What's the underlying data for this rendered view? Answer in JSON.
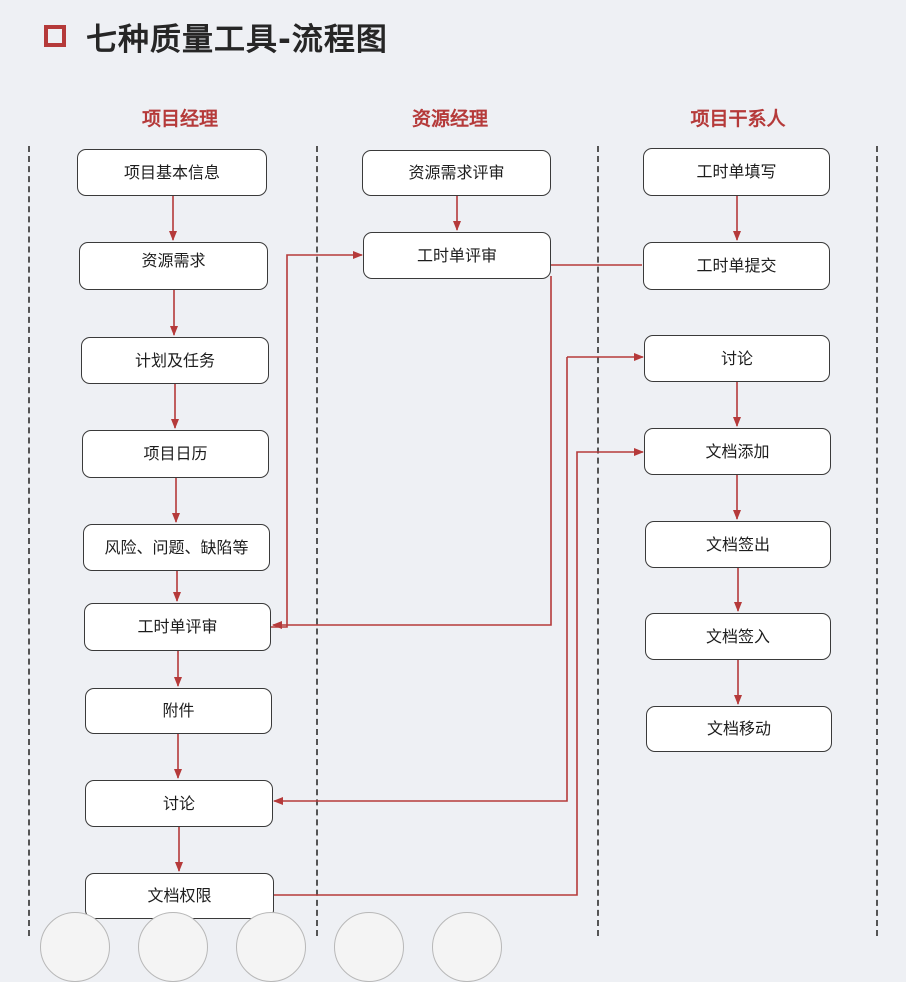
{
  "title": "七种质量工具-流程图",
  "colors": {
    "accent": "#b53a3a",
    "box_border": "#3a3a3a",
    "line": "#b53a3a"
  },
  "lanes": {
    "pm": "项目经理",
    "rm": "资源经理",
    "stake": "项目干系人"
  },
  "nodes": {
    "pm_basic_info": "项目基本信息",
    "pm_resource_req": "资源需求",
    "pm_plan_task": "计划及任务",
    "pm_calendar": "项目日历",
    "pm_risk": "风险、问题、缺陷等",
    "pm_timesheet_review": "工时单评审",
    "pm_attachment": "附件",
    "pm_discussion": "讨论",
    "pm_doc_permission": "文档权限",
    "rm_req_review": "资源需求评审",
    "rm_timesheet_review": "工时单评审",
    "st_timesheet_fill": "工时单填写",
    "st_timesheet_submit": "工时单提交",
    "st_discussion": "讨论",
    "st_doc_add": "文档添加",
    "st_doc_checkout": "文档签出",
    "st_doc_checkin": "文档签入",
    "st_doc_move": "文档移动"
  }
}
